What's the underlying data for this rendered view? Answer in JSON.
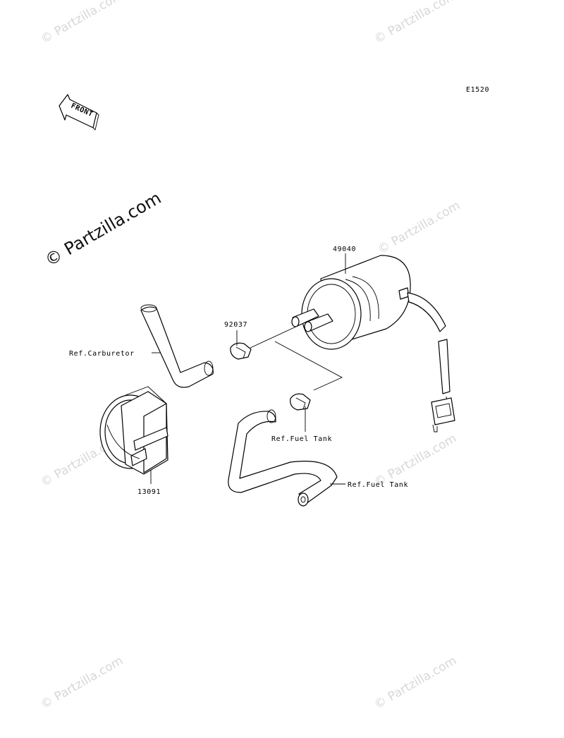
{
  "diagram": {
    "code": "E1520",
    "front_label": "FRONT",
    "watermark": "© Partzilla.com",
    "callouts": {
      "fuel_pump": "49040",
      "clamp_top": "92037",
      "ref_carburetor": "Ref.Carburetor",
      "ref_fuel_tank_1": "Ref.Fuel Tank",
      "ref_fuel_tank_2": "Ref.Fuel Tank",
      "bracket": "13091"
    }
  }
}
